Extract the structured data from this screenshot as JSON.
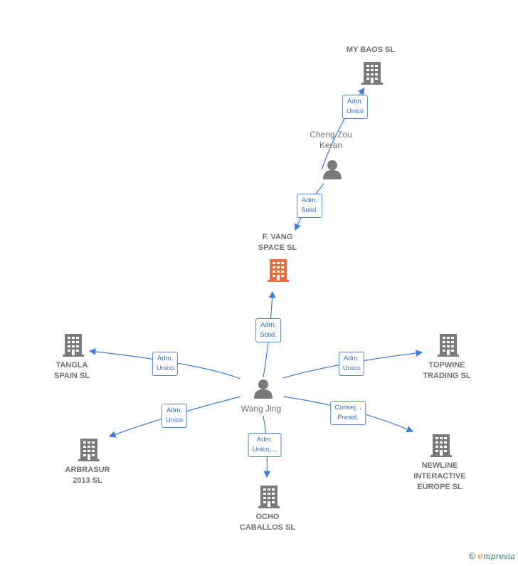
{
  "colors": {
    "building": "#7a7a7a",
    "focus_building": "#f26a3d",
    "person": "#7a7a7a",
    "edge": "#3b7dd8"
  },
  "nodes": {
    "my_baos": {
      "label": "MY BAOS  SL"
    },
    "cheng_zou": {
      "label": "Cheng Zou\nKeran"
    },
    "f_vang": {
      "label": "F.  VANG\nSPACE  SL"
    },
    "wang_jing": {
      "label": "Wang Jing"
    },
    "tangla": {
      "label": "TANGLA\nSPAIN  SL"
    },
    "topwine": {
      "label": "TOPWINE\nTRADING  SL"
    },
    "arbrasur": {
      "label": "ARBRASUR\n2013 SL"
    },
    "newline": {
      "label": "NEWLINE\nINTERACTIVE\nEUROPE  SL"
    },
    "ocho": {
      "label": "OCHO\nCABALLOS SL"
    }
  },
  "edges": {
    "cheng_to_mybaos": "Adm.\nUnico",
    "cheng_to_fvang": "Adm.\nSolid.",
    "wang_to_fvang": "Adm.\nSolid.",
    "wang_to_tangla": "Adm.\nUnico",
    "wang_to_topwine": "Adm.\nUnico",
    "wang_to_arbrasur": "Adm.\nUnico",
    "wang_to_newline": "Consej. ,\nPresid.",
    "wang_to_ocho": "Adm.\nUnico,..."
  },
  "footer": {
    "copyright": "©",
    "brand_initial": "e",
    "brand_rest": "mpresia"
  }
}
